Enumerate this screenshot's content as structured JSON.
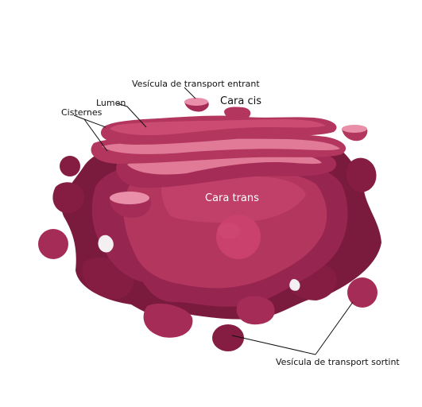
{
  "labels": {
    "incoming_vesicle": "Vesícula de transport entrant",
    "cis_face": "Cara cis",
    "lumen": "Lumen",
    "cisternae": "Cisternes",
    "trans_face": "Cara trans",
    "outgoing_vesicle": "Vesícula de transport sortint"
  },
  "colors": {
    "darkest": "#7a1a3c",
    "dark": "#96254f",
    "mid": "#b3365f",
    "light": "#cc4b73",
    "pale": "#e07a97",
    "paler": "#e98fa9"
  }
}
